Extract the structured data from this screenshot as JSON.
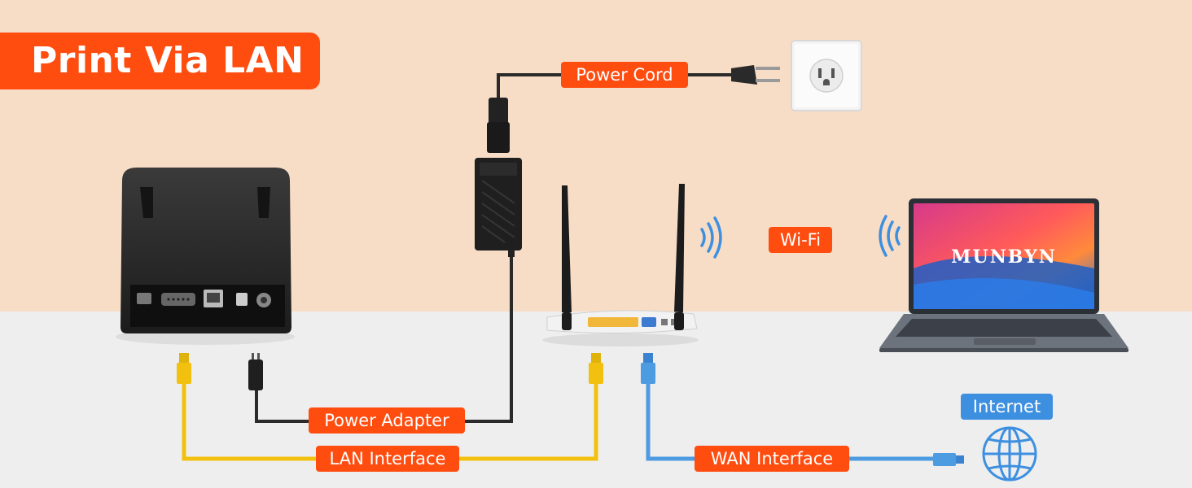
{
  "title": "Print Via LAN",
  "labels": {
    "power_cord": "Power Cord",
    "wifi": "Wi-Fi",
    "power_adapter": "Power Adapter",
    "lan_interface": "LAN Interface",
    "wan_interface": "WAN Interface",
    "internet": "Internet"
  },
  "laptop": {
    "brand": "MUNBYN"
  },
  "colors": {
    "accent": "#ff4c0f",
    "internet_badge": "#3d8fe0",
    "lan_cable": "#f2c10f",
    "wan_cable": "#4d9be0",
    "power_cable": "#2a2a2a",
    "bg_top": "#f8ddc6",
    "bg_bottom": "#eeeeee"
  },
  "icons": [
    "printer-icon",
    "wall-outlet-icon",
    "power-adapter-icon",
    "router-icon",
    "laptop-icon",
    "globe-icon",
    "wifi-signal-icon",
    "ethernet-plug-icon"
  ]
}
